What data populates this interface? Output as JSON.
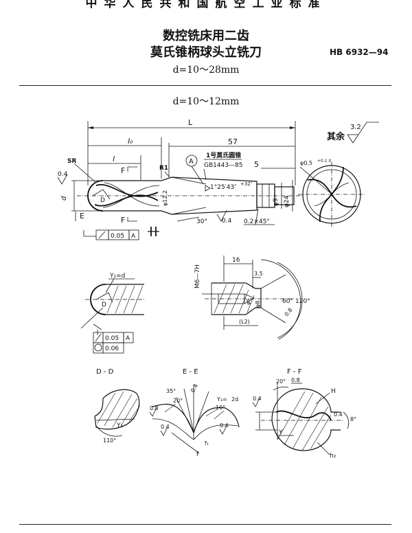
{
  "header": {
    "org_title": "中华人民共和国航空工业标准",
    "title_line1": "数控铣床用二齿",
    "title_line2": "莫氏锥柄球头立铣刀",
    "range": "d=10～28mm",
    "standard_code": "HB 6932—94"
  },
  "section": {
    "subtitle": "d=10～12mm"
  },
  "main_view": {
    "dims": {
      "L": "L",
      "l0": "l₀",
      "l": "l",
      "d57": "57",
      "d5": "5",
      "SR": "SR",
      "R1": "R1",
      "d": "d",
      "phi12": "φ12.2",
      "phi9": "φ9",
      "phi24": "φ24",
      "D_sym": "D",
      "F_top": "F",
      "F_bot": "F",
      "E": "E",
      "chamfer": "0.2×45°",
      "angle30": "30°",
      "taper_angle": "1°25′43″",
      "taper_tol": "+32″",
      "sec_A": "A",
      "rough_04a": "0.4",
      "rough_04b": "0.4",
      "runout": "0.05",
      "datum": "A"
    },
    "morse_note_1": "1号莫氏圆锥",
    "morse_note_2": "GB1443—85"
  },
  "roughness_note": {
    "label": "其余",
    "value": "3.2"
  },
  "end_view": {
    "label": "φ0.5",
    "tol": "+0.1 0"
  },
  "detail_A": {
    "dim16": "16",
    "dim35": "3.5",
    "thread": "M6—7H",
    "phi8": "φ8",
    "phi6": "φ6",
    "ang60": "60°",
    "ang120": "120°",
    "r08": "0.8",
    "L2": "(L2)"
  },
  "ball_view": {
    "y2": "Y₂=d",
    "d_label": "D",
    "tol1": "0.05",
    "datum1": "A",
    "tol2": "0.06"
  },
  "section_DD": {
    "title": "D - D",
    "y1": "Y₁",
    "angle": "110°"
  },
  "section_EE": {
    "title": "E - E",
    "a35": "35°",
    "a20": "20°",
    "a10": "10°",
    "y3": "Y₃=",
    "y3b": "2d",
    "r08": "0.8",
    "r04a": "0.4",
    "r04b": "0.4",
    "r04c": "0.4",
    "f1": "f₁",
    "f": "f"
  },
  "section_FF": {
    "title": "F - F",
    "a20": "20°",
    "a8": "8°",
    "r08": "0.8",
    "r04a": "0.4",
    "r04b": "0.4",
    "H": "H",
    "Y": "Y",
    "h": "h₂"
  }
}
